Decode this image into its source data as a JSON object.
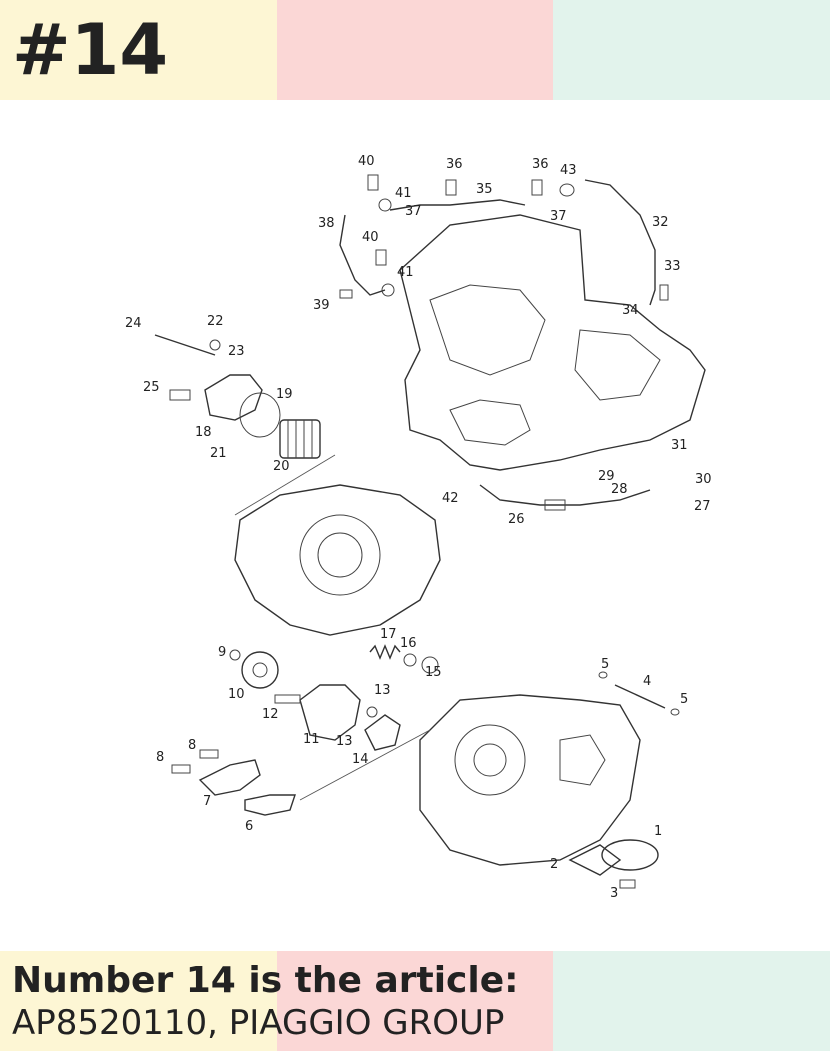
{
  "header": {
    "label": "#14"
  },
  "footer": {
    "line1": "Number 14 is the article:",
    "line2": "AP8520110, PIAGGIO GROUP"
  },
  "colors": {
    "yellow": "#fdf6d4",
    "pink": "#fbd7d6",
    "mint": "#e2f3ec",
    "text": "#222222"
  },
  "diagram": {
    "callouts": [
      "40",
      "36",
      "36",
      "43",
      "41",
      "37",
      "35",
      "37",
      "32",
      "38",
      "40",
      "41",
      "33",
      "39",
      "34",
      "24",
      "22",
      "23",
      "19",
      "25",
      "18",
      "21",
      "20",
      "31",
      "29",
      "30",
      "28",
      "27",
      "42",
      "26",
      "17",
      "16",
      "9",
      "15",
      "5",
      "10",
      "4",
      "13",
      "12",
      "5",
      "11",
      "13",
      "8",
      "14",
      "8",
      "7",
      "1",
      "6",
      "2",
      "3"
    ]
  }
}
